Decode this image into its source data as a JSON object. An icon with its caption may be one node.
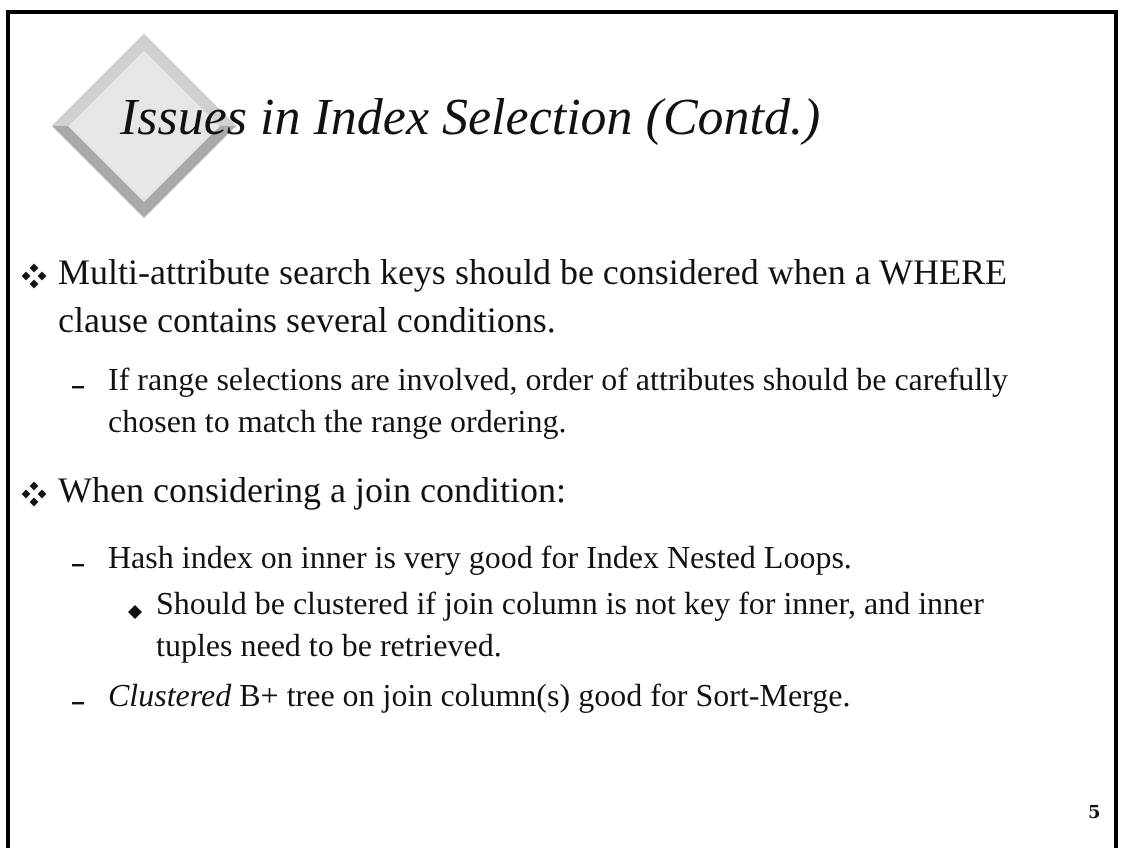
{
  "diagram": {
    "title": "Issues in Index Selection (Contd.)",
    "labels": [
      "Multi-attribute search keys should be considered when a WHERE clause contains several conditions.",
      "If range selections are involved, order of attributes should be carefully chosen to match the range ordering.",
      "When considering a join condition:",
      "Hash index on inner is very good for Index Nested Loops.",
      "Should be clustered if join column is not key for inner, and inner tuples need to be retrieved.",
      "*Clustered* B+ tree on join column(s) good for Sort-Merge.",
      "5"
    ]
  }
}
